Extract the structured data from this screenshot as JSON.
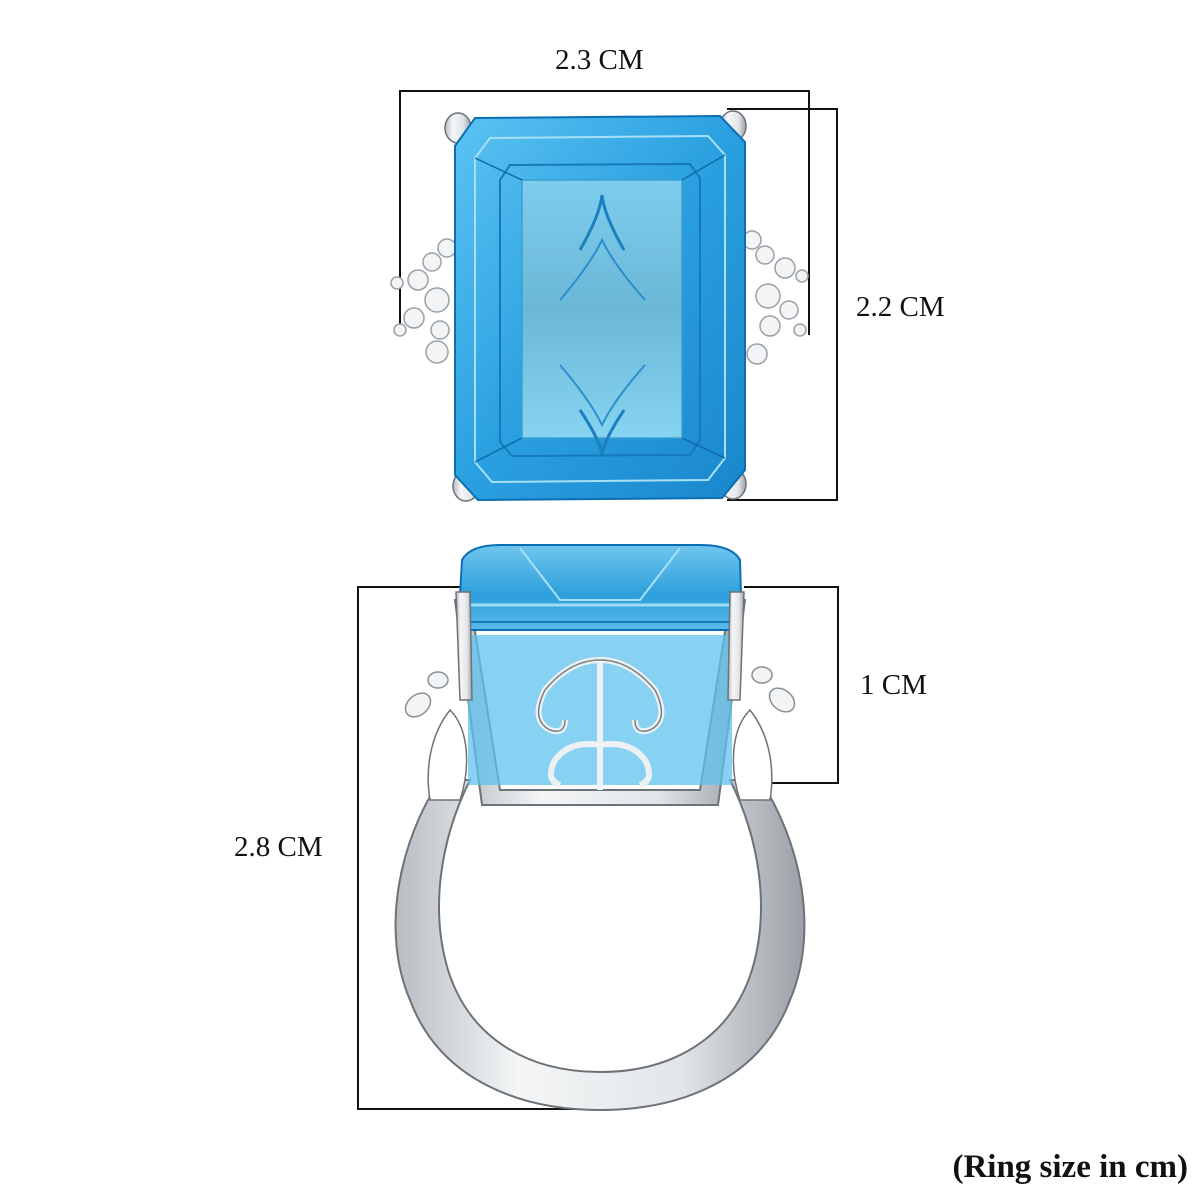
{
  "product_image": {
    "subject": "Emerald-cut blue topaz ring with white stone side clusters and filigree gallery, silver-tone metal",
    "colors": {
      "stone_blue": "#2aa0e0",
      "stone_light": "#7fd0f5",
      "stone_dark": "#0d6fb3",
      "metal": "#d9dde0",
      "metal_shadow": "#8a9096",
      "line": "#111111"
    },
    "views": {
      "top_view": {
        "width_label": "2.3 CM",
        "height_label": "2.2 CM"
      },
      "side_view": {
        "stone_depth_label": "1 CM",
        "total_height_label": "2.8 CM"
      }
    },
    "caption": "(Ring size in cm)"
  }
}
